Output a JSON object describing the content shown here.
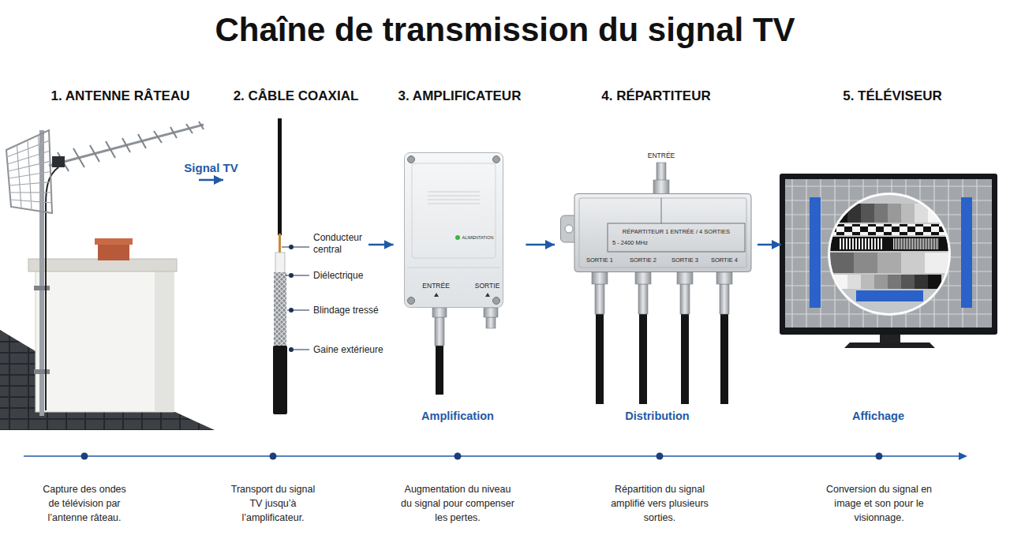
{
  "diagram": {
    "title": "Chaîne de transmission du signal TV",
    "nodes": [
      {
        "text": [
          "1. ANTENNE RÂTEAU"
        ]
      },
      {
        "text": [
          "2. CÂBLE COAXIAL"
        ]
      },
      {
        "text": [
          "3. AMPLIFICATEUR"
        ]
      },
      {
        "text": [
          "ALIMENTATION",
          "ENTRÉE",
          "SORTIE"
        ],
        "in": 2
      },
      {
        "text": [
          "4. RÉPARTITEUR"
        ]
      },
      {
        "text": [
          "RÉPARTITEUR 1 ENTRÉE / 4 SORTIES",
          "5 - 2400 MHz",
          "SORTIE 1",
          "SORTIE 2",
          "SORTIE 3",
          "SORTIE 4"
        ],
        "in": 4
      },
      {
        "text": [
          "5. TÉLÉVISEUR"
        ]
      }
    ],
    "edges": [
      {
        "from": 0,
        "to": 1,
        "label": "Signal TV",
        "arrow": "to"
      },
      {
        "from": 1,
        "to": 2,
        "arrow": "to"
      },
      {
        "from": 2,
        "to": 4,
        "arrow": "to"
      },
      {
        "from": 4,
        "to": 6,
        "arrow": "to"
      }
    ],
    "labels": [
      "Conducteur central",
      "Diélectrique",
      "Blindage tressé",
      "Gaine extérieure",
      "ENTRÉE",
      "Amplification",
      "Distribution",
      "Affichage",
      "Capture des ondes de télévision par l’antenne râteau.",
      "Transport du signal TV jusqu’à l’amplificateur.",
      "Augmentation du niveau du signal pour compenser les pertes.",
      "Répartition du signal amplifié vers plusieurs sorties.",
      "Conversion du signal en image et son pour le visionnage."
    ]
  }
}
